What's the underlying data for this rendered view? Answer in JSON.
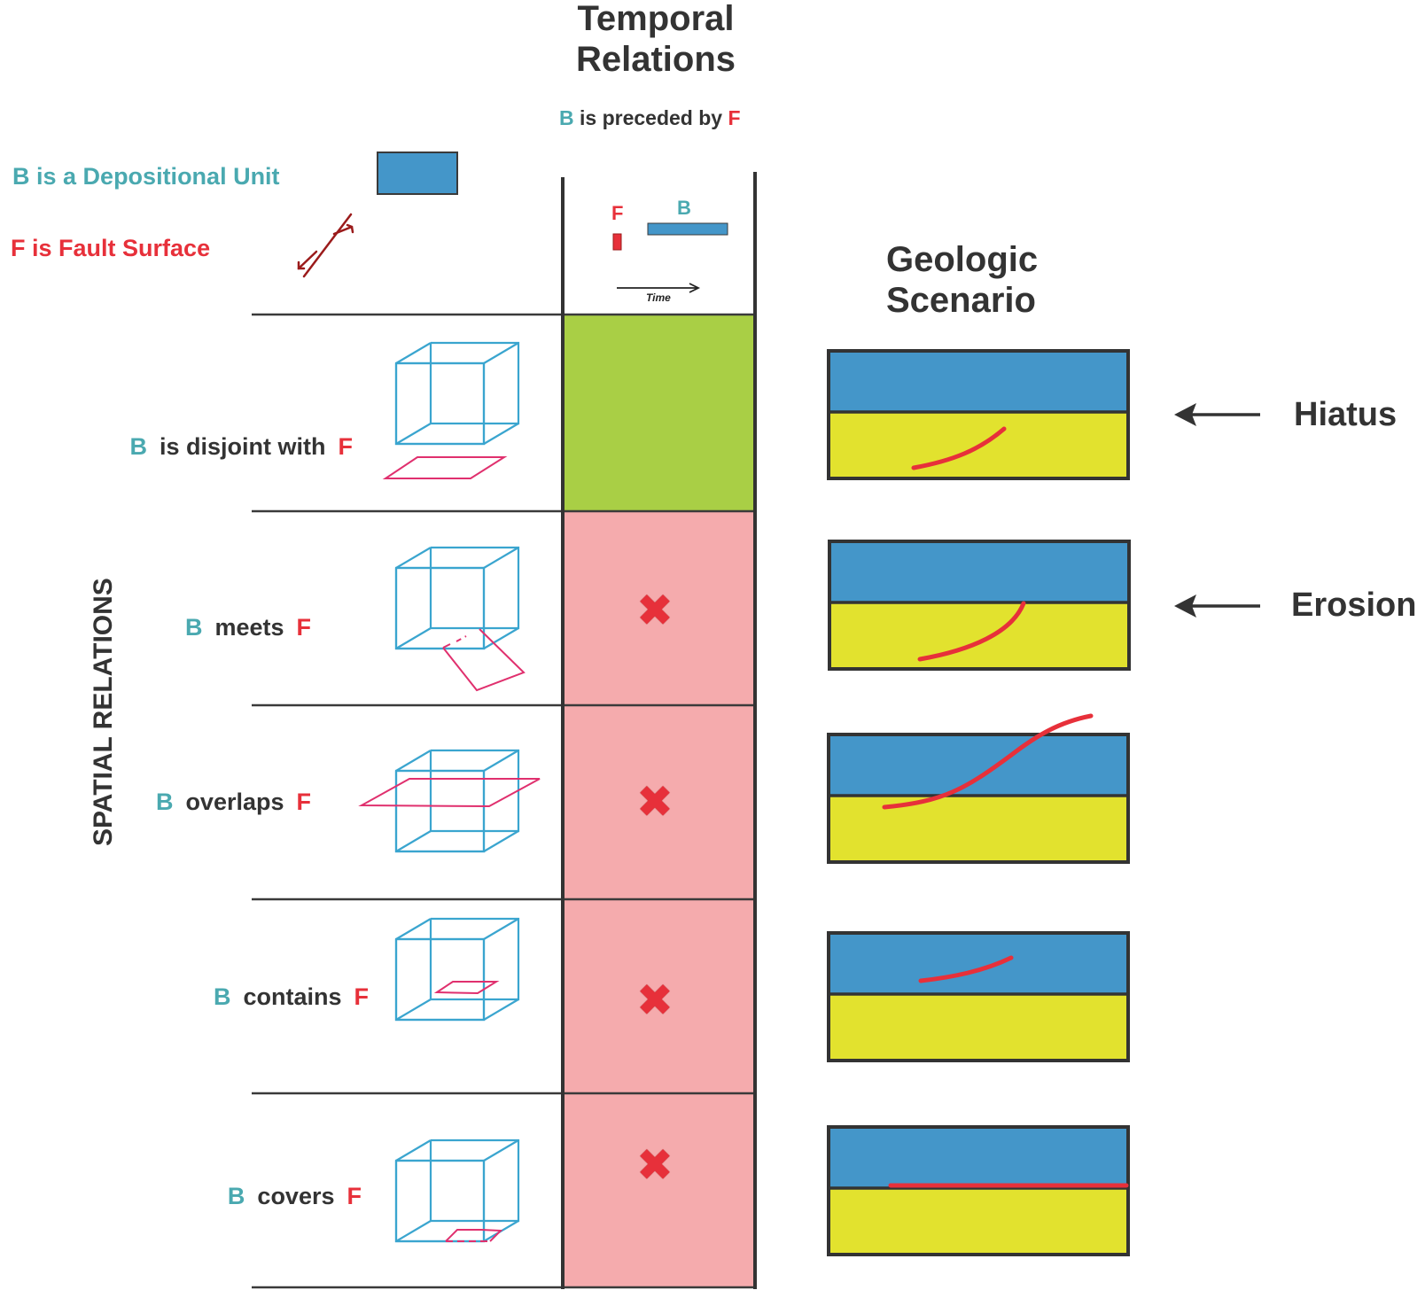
{
  "colors": {
    "unit_b": "#4aa9b0",
    "fault_f": "#e7303a",
    "text_dark": "#333333",
    "layer_blue": "#4496c9",
    "layer_yellow": "#e2e22e",
    "cell_valid": "#a9cf45",
    "cell_invalid": "#f5abad",
    "cube_stroke": "#3aa5cf",
    "plane_stroke": "#e0306e",
    "fault_arrow": "#9b1b1b"
  },
  "legend": {
    "b_letter": "B",
    "b_text": "is a Depositional Unit",
    "f_letter": "F",
    "f_text": "is Fault Surface"
  },
  "temporal": {
    "title_line1": "Temporal",
    "title_line2": "Relations",
    "relation_b": "B",
    "relation_text": "is preceded by",
    "relation_f": "F",
    "timeline_f_label": "F",
    "timeline_b_label": "B",
    "time_axis_label": "Time"
  },
  "spatial": {
    "title": "SPATIAL RELATIONS"
  },
  "geologic": {
    "title_line1": "Geologic",
    "title_line2": "Scenario"
  },
  "rows": [
    {
      "b": "B",
      "relation": "is disjoint with",
      "f": "F",
      "temporal_valid": true,
      "mark": "",
      "scenario_note": "Hiatus"
    },
    {
      "b": "B",
      "relation": "meets",
      "f": "F",
      "temporal_valid": false,
      "mark": "✖",
      "scenario_note": "Erosion"
    },
    {
      "b": "B",
      "relation": "overlaps",
      "f": "F",
      "temporal_valid": false,
      "mark": "✖",
      "scenario_note": ""
    },
    {
      "b": "B",
      "relation": "contains",
      "f": "F",
      "temporal_valid": false,
      "mark": "✖",
      "scenario_note": ""
    },
    {
      "b": "B",
      "relation": "covers",
      "f": "F",
      "temporal_valid": false,
      "mark": "✖",
      "scenario_note": ""
    }
  ]
}
